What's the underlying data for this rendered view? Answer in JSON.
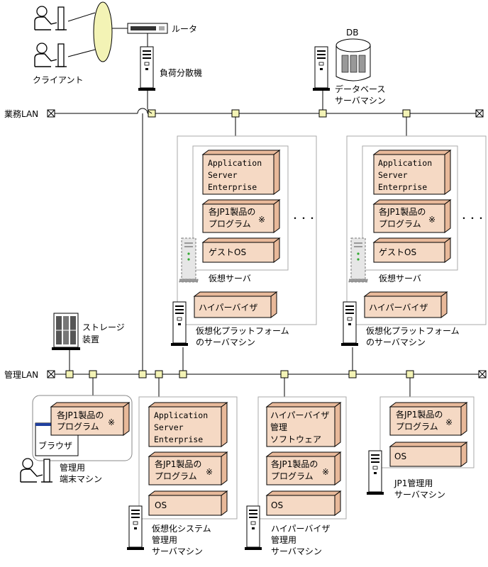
{
  "labels": {
    "client": "クライアント",
    "router": "ルータ",
    "load_balancer": "負荷分散機",
    "db": "DB",
    "db_server_line1": "データベース",
    "db_server_line2": "サーバマシン",
    "business_lan": "業務LAN",
    "management_lan": "管理LAN",
    "storage_line1": "ストレージ",
    "storage_line2": "装置",
    "ellipsis": "・・・",
    "browser": "ブラウザ",
    "mgmt_terminal_line1": "管理用",
    "mgmt_terminal_line2": "端末マシン"
  },
  "components": {
    "app_server_line1": "Application",
    "app_server_line2": "Server",
    "app_server_line3": "Enterprise",
    "jp1_line1": "各JP1製品の",
    "jp1_line2": "プログラム",
    "note_mark": "※",
    "guest_os": "ゲストOS",
    "os": "OS",
    "hypervisor": "ハイパーバイザ",
    "hv_mgmt_line1": "ハイパーバイザ",
    "hv_mgmt_line2": "管理",
    "hv_mgmt_line3": "ソフトウェア"
  },
  "machines": {
    "virtual_server": "仮想サーバ",
    "vplatform_line1": "仮想化プラットフォーム",
    "vplatform_line2": "のサーバマシン",
    "vsys_mgmt_line1": "仮想化システム",
    "vsys_mgmt_line2": "管理用",
    "vsys_mgmt_line3": "サーバマシン",
    "hv_mgmt_server_line1": "ハイパーバイザ",
    "hv_mgmt_server_line2": "管理用",
    "hv_mgmt_server_line3": "サーバマシン",
    "jp1_mgmt_line1": "JP1管理用",
    "jp1_mgmt_line2": "サーバマシン"
  },
  "colors": {
    "component_fill": "#f5d9c4",
    "component_side": "#e8b99a",
    "ellipse_fill": "#f3f3b5",
    "tower_fill": "#ffffff",
    "lan_node_fill": "#f3f3b5",
    "browser_bar": "#2040a0"
  }
}
